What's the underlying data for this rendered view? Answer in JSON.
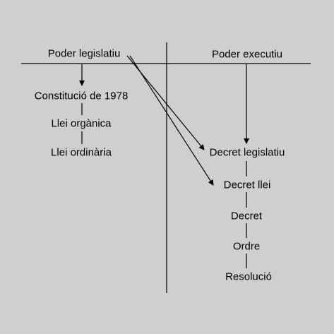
{
  "headers": {
    "left": "Poder legislatiu",
    "right": "Poder executiu"
  },
  "left_chain": [
    "Constitució de 1978",
    "Llei orgànica",
    "Llei ordinària"
  ],
  "right_chain": [
    "Decret legislatiu",
    "Decret llei",
    "Decret",
    "Ordre",
    "Resolució"
  ]
}
